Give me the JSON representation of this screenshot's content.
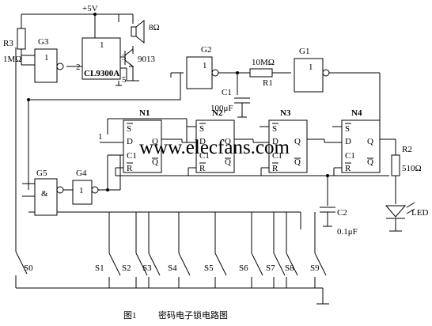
{
  "power": {
    "vcc": "+5V"
  },
  "speaker": {
    "label": "8Ω"
  },
  "transistor": {
    "label": "9013"
  },
  "ic": {
    "part": "CL9300A",
    "pins": [
      "1",
      "2",
      "3",
      "5"
    ]
  },
  "resistors": {
    "r3": {
      "ref": "R3",
      "value": "1MΩ"
    },
    "r1": {
      "ref": "R1",
      "value": "10MΩ"
    },
    "r2": {
      "ref": "R2",
      "value": "510Ω"
    }
  },
  "capacitors": {
    "c1": {
      "ref": "C1",
      "value": "100μF"
    },
    "c2": {
      "ref": "C2",
      "value": "0.1μF"
    }
  },
  "gates": {
    "g1": {
      "ref": "G1",
      "symbol": "1"
    },
    "g2": {
      "ref": "G2",
      "symbol": "1"
    },
    "g3": {
      "ref": "G3",
      "symbol": "1"
    },
    "g4": {
      "ref": "G4",
      "symbol": "1"
    },
    "g5": {
      "ref": "G5",
      "symbol": "&"
    }
  },
  "flipflops": {
    "pins": {
      "s": "S",
      "d": "D",
      "c": "C1",
      "r": "R",
      "q": "Q",
      "qbar": "Q"
    },
    "d_input_level": "1",
    "items": [
      {
        "ref": "N1"
      },
      {
        "ref": "N2"
      },
      {
        "ref": "N3"
      },
      {
        "ref": "N4"
      }
    ]
  },
  "led": {
    "label": "LED"
  },
  "switches": [
    "S0",
    "S1",
    "S2",
    "S3",
    "S4",
    "S5",
    "S6",
    "S7",
    "S8",
    "S9"
  ],
  "watermark": "www.elecfans.com",
  "caption": {
    "figure": "图1",
    "title": "密码电子锁电路图"
  }
}
